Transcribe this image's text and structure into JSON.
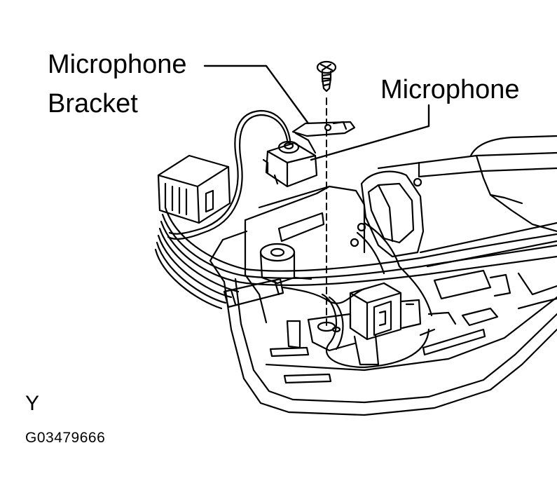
{
  "labels": {
    "bracket_line1": "Microphone",
    "bracket_line2": "Bracket",
    "microphone": "Microphone",
    "view": "Y",
    "figure_code": "G03479666"
  }
}
